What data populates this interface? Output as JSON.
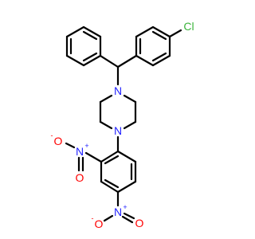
{
  "molecule": {
    "atoms": {
      "cl": {
        "label": "Cl",
        "color": "#3cb43c"
      },
      "n_top": {
        "label": "N",
        "color": "#1f1fff"
      },
      "n_bottom": {
        "label": "N",
        "color": "#1f1fff"
      },
      "n_nitro_left": {
        "label": "N",
        "plus": "+",
        "color": "#1f1fff"
      },
      "o_nitro_left_minus": {
        "label": "O",
        "minus": "-",
        "color": "#ff0000"
      },
      "o_nitro_left_double": {
        "label": "O",
        "color": "#ff0000"
      },
      "n_nitro_bottom": {
        "label": "N",
        "plus": "+",
        "color": "#1f1fff"
      },
      "o_nitro_bottom_minus": {
        "label": "O",
        "minus": "-",
        "color": "#ff0000"
      },
      "o_nitro_bottom_double": {
        "label": "O",
        "color": "#ff0000"
      }
    }
  }
}
